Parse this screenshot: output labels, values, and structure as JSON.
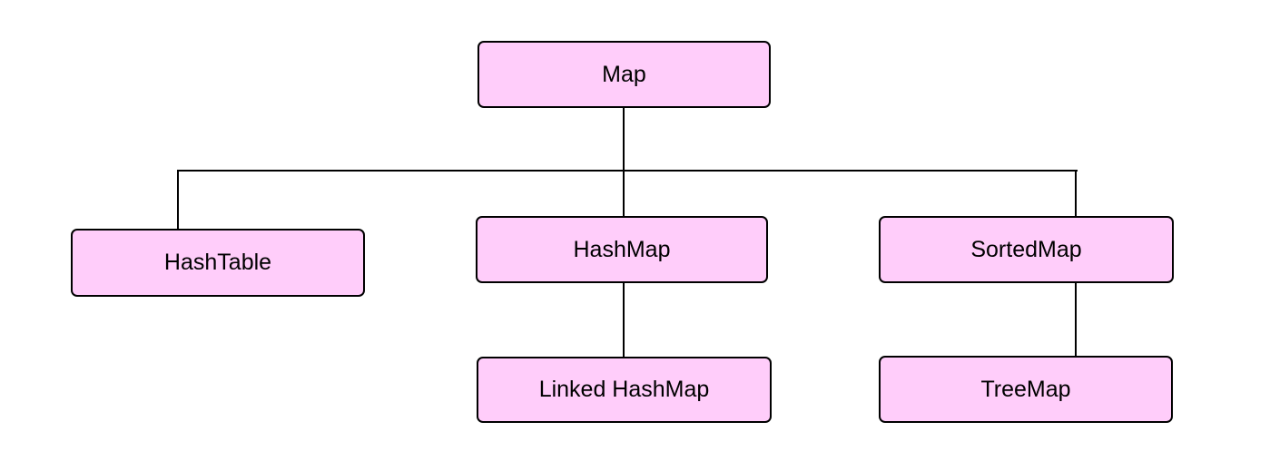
{
  "diagram": {
    "type": "hierarchy",
    "nodes": {
      "map": {
        "label": "Map"
      },
      "hashtable": {
        "label": "HashTable"
      },
      "hashmap": {
        "label": "HashMap"
      },
      "sortedmap": {
        "label": "SortedMap"
      },
      "linkedhashmap": {
        "label": "Linked HashMap"
      },
      "treemap": {
        "label": "TreeMap"
      }
    },
    "edges": [
      {
        "from": "Map",
        "to": "HashTable"
      },
      {
        "from": "Map",
        "to": "HashMap"
      },
      {
        "from": "Map",
        "to": "SortedMap"
      },
      {
        "from": "HashMap",
        "to": "Linked HashMap"
      },
      {
        "from": "SortedMap",
        "to": "TreeMap"
      }
    ],
    "colors": {
      "background": "#ffffff",
      "node_fill": "#ffcdfa",
      "node_border": "#000000",
      "connector": "#000000",
      "text": "#000000"
    }
  }
}
